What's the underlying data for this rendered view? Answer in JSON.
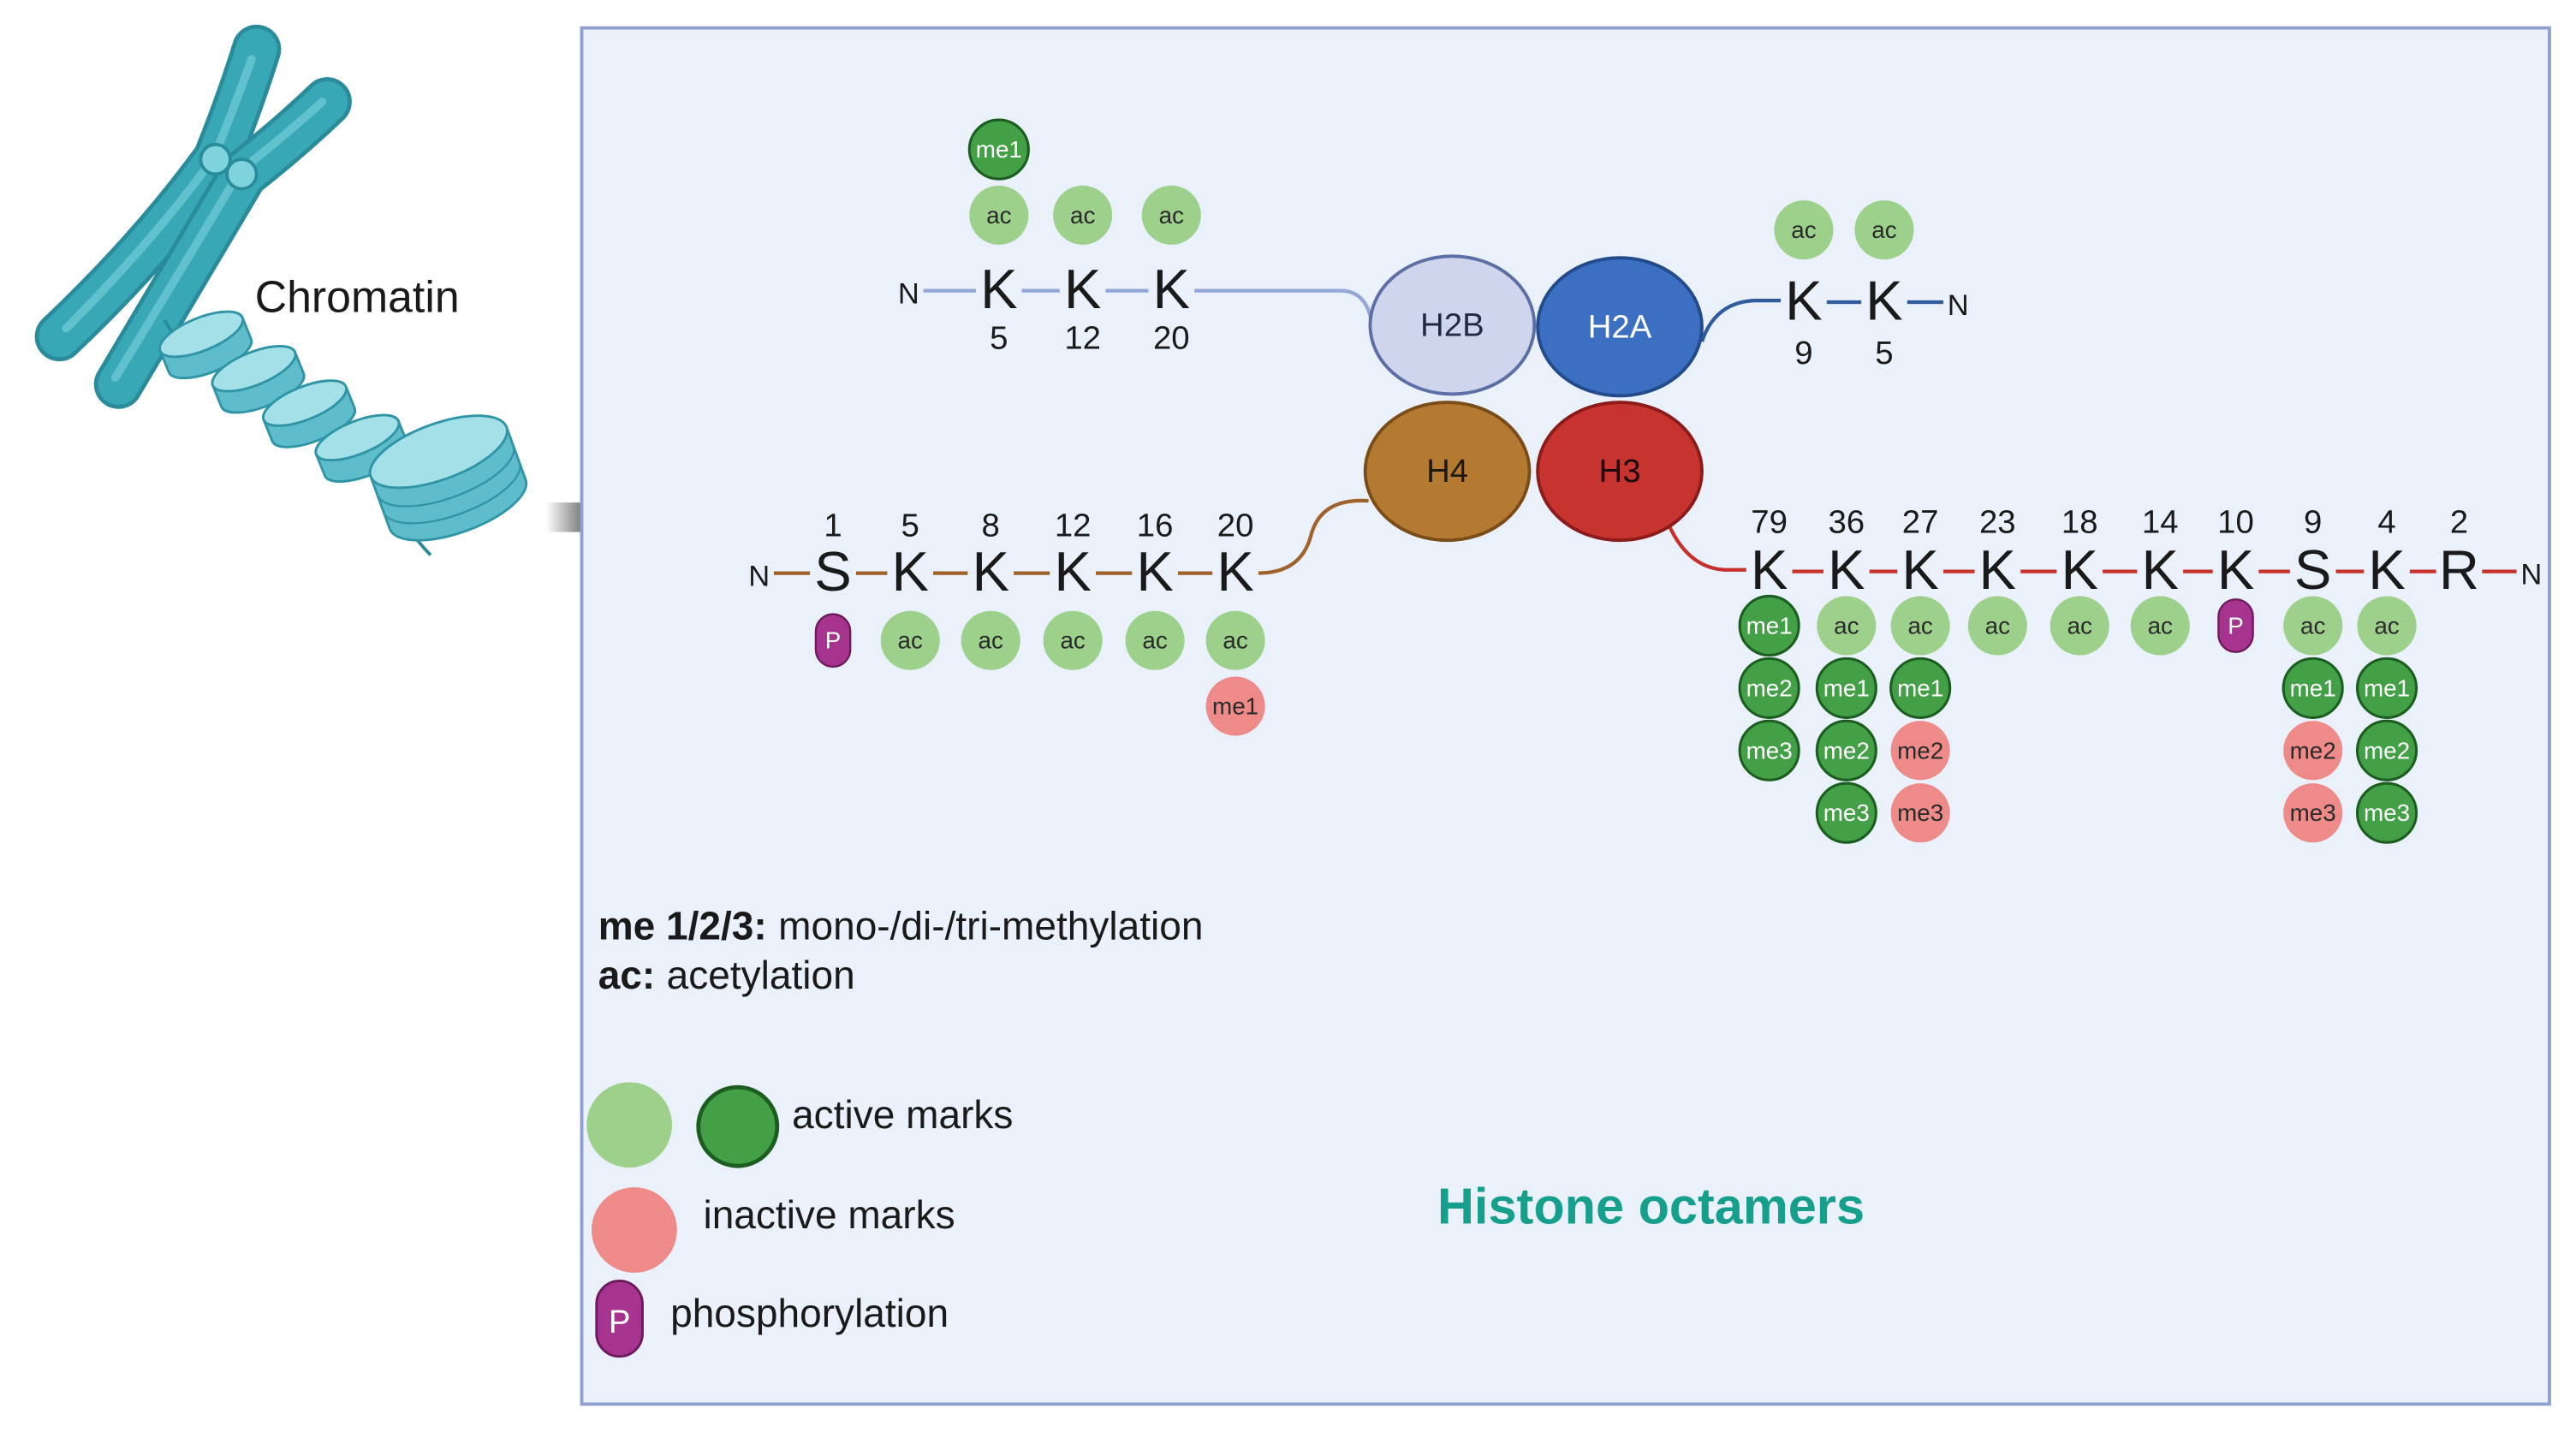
{
  "chromatin_label": "Chromatin",
  "title": "Histone octamers",
  "legend": {
    "me_key": "me 1/2/3:",
    "me_desc": "mono-/di-/tri-methylation",
    "ac_key": "ac:",
    "ac_desc": "acetylation",
    "active": "active marks",
    "inactive": "inactive marks",
    "phospho": "phosphorylation",
    "phospho_symbol": "P"
  },
  "colors": {
    "ac": "#9dd08b",
    "me_active": "#43a047",
    "inactive": "#ee8b89",
    "phospho": "#a6338e",
    "title": "#179f8d",
    "panel": "#eaf1fb",
    "panel_border": "#8e9fd0",
    "chromosome": "#38a8b7",
    "histones": {
      "H2B": "#cfd5ec",
      "H2A": "#3b6fc2",
      "H4": "#b47a32",
      "H3": "#c73430"
    },
    "tails": {
      "H2B": "#94a8d8",
      "H2A": "#2e5c9e",
      "H4": "#a0612a",
      "H3": "#c8302c"
    }
  },
  "histones": [
    {
      "id": "H2B",
      "label": "H2B"
    },
    {
      "id": "H2A",
      "label": "H2A"
    },
    {
      "id": "H4",
      "label": "H4"
    },
    {
      "id": "H3",
      "label": "H3"
    }
  ],
  "tails": [
    {
      "histone": "H2B",
      "terminus": "N",
      "residues": [
        {
          "aa": "K",
          "pos": "5",
          "marks": [
            {
              "label": "ac",
              "state": "active"
            },
            {
              "label": "me1",
              "state": "active"
            }
          ]
        },
        {
          "aa": "K",
          "pos": "12",
          "marks": [
            {
              "label": "ac",
              "state": "active"
            }
          ]
        },
        {
          "aa": "K",
          "pos": "20",
          "marks": [
            {
              "label": "ac",
              "state": "active"
            }
          ]
        }
      ]
    },
    {
      "histone": "H2A",
      "terminus": "N",
      "residues": [
        {
          "aa": "K",
          "pos": "9",
          "marks": [
            {
              "label": "ac",
              "state": "active"
            }
          ]
        },
        {
          "aa": "K",
          "pos": "5",
          "marks": [
            {
              "label": "ac",
              "state": "active"
            }
          ]
        }
      ]
    },
    {
      "histone": "H4",
      "terminus": "N",
      "residues": [
        {
          "aa": "S",
          "pos": "1",
          "marks": [
            {
              "label": "P",
              "state": "active"
            }
          ]
        },
        {
          "aa": "K",
          "pos": "5",
          "marks": [
            {
              "label": "ac",
              "state": "active"
            }
          ]
        },
        {
          "aa": "K",
          "pos": "8",
          "marks": [
            {
              "label": "ac",
              "state": "active"
            }
          ]
        },
        {
          "aa": "K",
          "pos": "12",
          "marks": [
            {
              "label": "ac",
              "state": "active"
            }
          ]
        },
        {
          "aa": "K",
          "pos": "16",
          "marks": [
            {
              "label": "ac",
              "state": "active"
            }
          ]
        },
        {
          "aa": "K",
          "pos": "20",
          "marks": [
            {
              "label": "ac",
              "state": "active"
            },
            {
              "label": "me1",
              "state": "inactive"
            }
          ]
        }
      ]
    },
    {
      "histone": "H3",
      "terminus": "N",
      "residues": [
        {
          "aa": "K",
          "pos": "79",
          "marks": [
            {
              "label": "me1",
              "state": "active"
            },
            {
              "label": "me2",
              "state": "active"
            },
            {
              "label": "me3",
              "state": "active"
            }
          ]
        },
        {
          "aa": "K",
          "pos": "36",
          "marks": [
            {
              "label": "ac",
              "state": "active"
            },
            {
              "label": "me1",
              "state": "active"
            },
            {
              "label": "me2",
              "state": "active"
            },
            {
              "label": "me3",
              "state": "active"
            }
          ]
        },
        {
          "aa": "K",
          "pos": "27",
          "marks": [
            {
              "label": "ac",
              "state": "active"
            },
            {
              "label": "me1",
              "state": "active"
            },
            {
              "label": "me2",
              "state": "inactive"
            },
            {
              "label": "me3",
              "state": "inactive"
            }
          ]
        },
        {
          "aa": "K",
          "pos": "23",
          "marks": [
            {
              "label": "ac",
              "state": "active"
            }
          ]
        },
        {
          "aa": "K",
          "pos": "18",
          "marks": [
            {
              "label": "ac",
              "state": "active"
            }
          ]
        },
        {
          "aa": "K",
          "pos": "14",
          "marks": [
            {
              "label": "ac",
              "state": "active"
            }
          ]
        },
        {
          "aa": "K",
          "pos": "10",
          "marks": [
            {
              "label": "P",
              "state": "active"
            }
          ]
        },
        {
          "aa": "S",
          "pos": "9",
          "marks": [
            {
              "label": "ac",
              "state": "active"
            },
            {
              "label": "me1",
              "state": "active"
            },
            {
              "label": "me2",
              "state": "inactive"
            },
            {
              "label": "me3",
              "state": "inactive"
            }
          ]
        },
        {
          "aa": "K",
          "pos": "4",
          "marks": [
            {
              "label": "ac",
              "state": "active"
            },
            {
              "label": "me1",
              "state": "active"
            },
            {
              "label": "me2",
              "state": "active"
            },
            {
              "label": "me3",
              "state": "active"
            }
          ]
        },
        {
          "aa": "R",
          "pos": "2",
          "marks": []
        }
      ]
    }
  ]
}
